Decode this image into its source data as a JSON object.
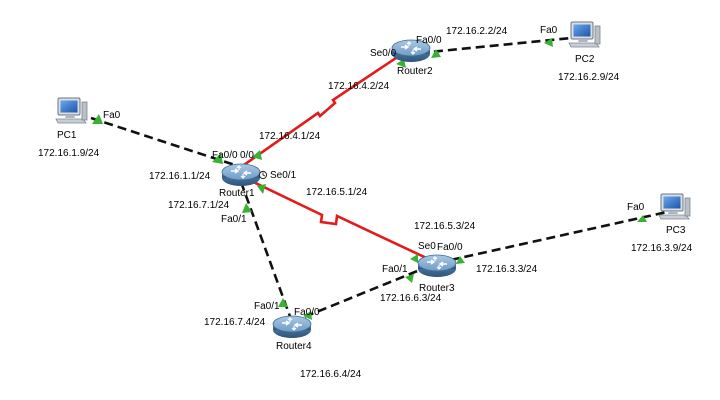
{
  "devices": {
    "pc1": {
      "name": "PC1",
      "ip": "172.16.1.9/24",
      "port": "Fa0"
    },
    "pc2": {
      "name": "PC2",
      "ip": "172.16.2.9/24",
      "port": "Fa0"
    },
    "pc3": {
      "name": "PC3",
      "ip": "172.16.3.9/24",
      "port": "Fa0"
    },
    "router1": {
      "name": "Router1"
    },
    "router2": {
      "name": "Router2"
    },
    "router3": {
      "name": "Router3"
    },
    "router4": {
      "name": "Router4"
    }
  },
  "interfaces": {
    "r1_fa00": "Fa0/0",
    "r1_fa00_ip": "172.16.1.1/24",
    "r1_se00": "0/0",
    "r1_se00_ip": "172.16.4.1/24",
    "r1_se01": "Se0/1",
    "r1_se01_ip": "172.16.5.1/24",
    "r1_fa01": "Fa0/1",
    "r1_fa01_ip": "172.16.7.1/24",
    "r2_se00": "Se0/0",
    "r2_se00_ip": "172.16.4.2/24",
    "r2_fa00": "Fa0/0",
    "r2_fa00_ip": "172.16.2.2/24",
    "r3_se0": "Se0",
    "r3_se0_ip": "172.16.5.3/24",
    "r3_fa00": "Fa0/0",
    "r3_fa00_ip": "172.16.3.3/24",
    "r3_fa01": "Fa0/1",
    "r3_fa01_ip": "172.16.6.3/24",
    "r4_fa01": "Fa0/1",
    "r4_fa01_ip": "172.16.7.4/24",
    "r4_fa00": "Fa0/0",
    "r4_fa00_ip": "172.16.6.4/24"
  },
  "colors": {
    "ethernet_link": "#111111",
    "serial_link": "#e21b1b",
    "link_up_indicator": "#37b233",
    "router_body": "#5e8fb8",
    "pc_screen": "#2f6fc4"
  },
  "icons": {
    "router": "router-icon",
    "pc": "pc-icon",
    "clock": "clock-icon"
  }
}
